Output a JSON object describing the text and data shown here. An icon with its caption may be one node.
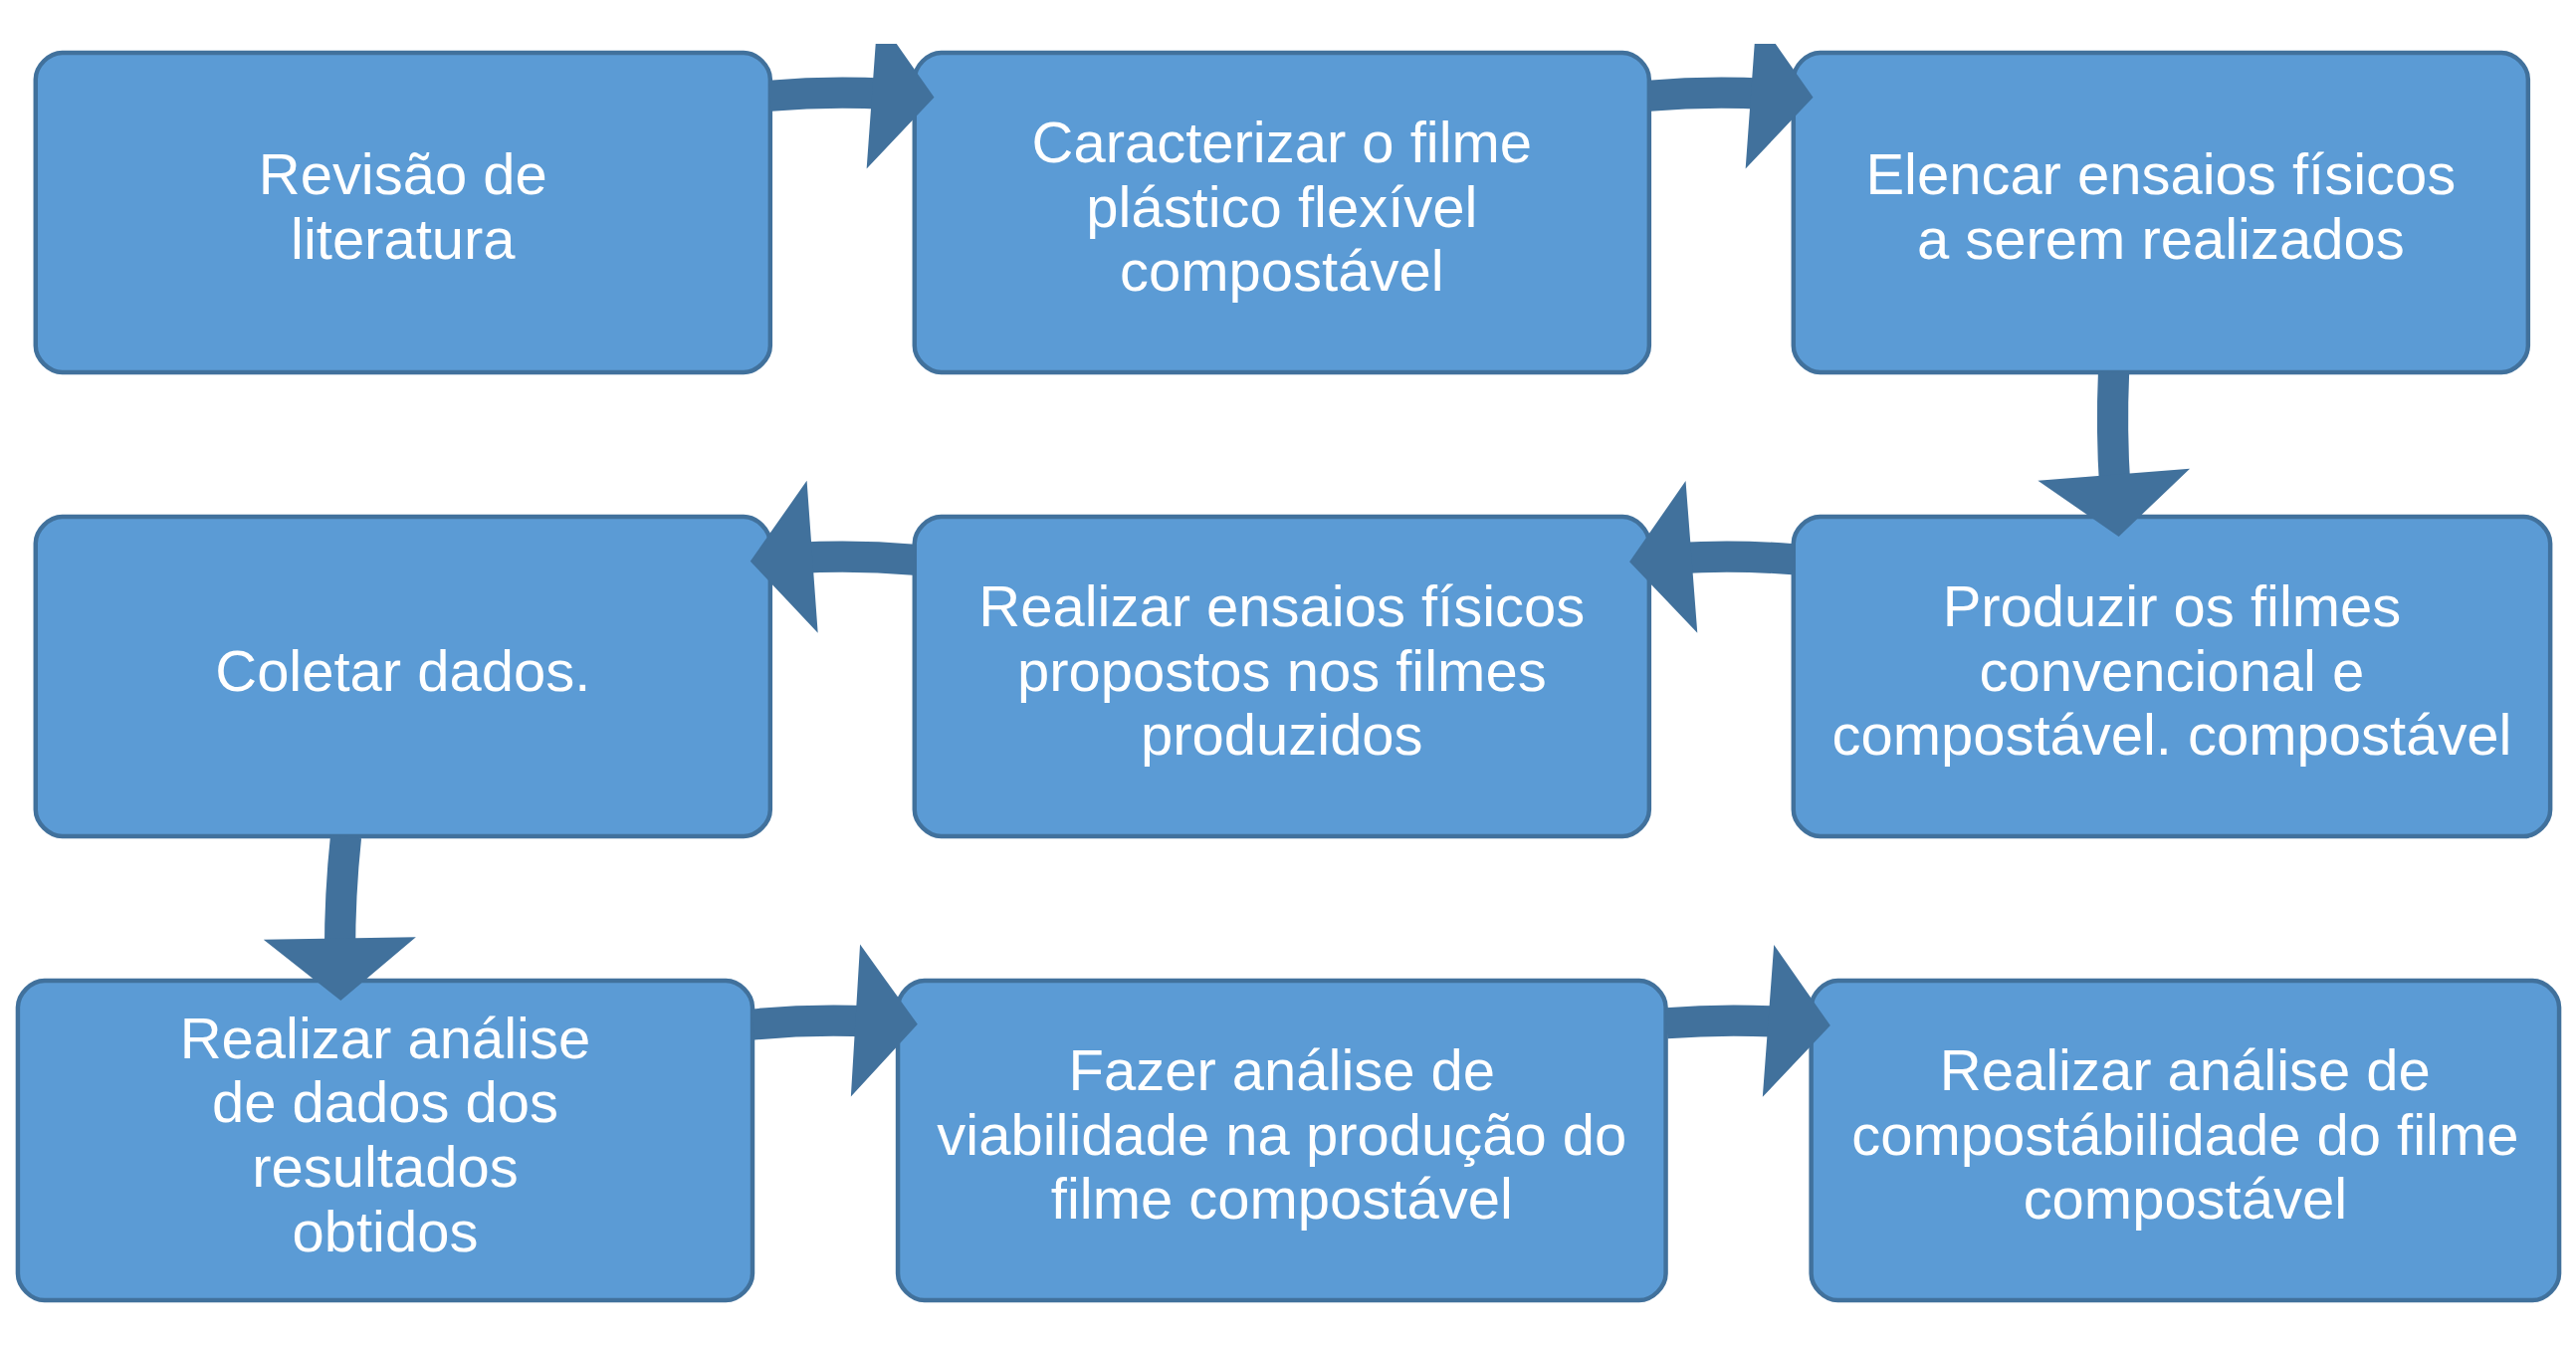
{
  "diagram": {
    "nodes": [
      {
        "text": [
          "Revisão de literatura"
        ]
      },
      {
        "text": [
          "Caracterizar o filme plástico flexível compostável"
        ]
      },
      {
        "text": [
          "Elencar ensaios físicos a serem realizados"
        ]
      },
      {
        "text": [
          "Coletar dados."
        ]
      },
      {
        "text": [
          "Realizar ensaios físicos propostos nos filmes produzidos"
        ]
      },
      {
        "text": [
          "Produzir os filmes convencional e compostável. compostável"
        ]
      },
      {
        "text": [
          "Realizar análise de dados dos resultados obtidos"
        ]
      },
      {
        "text": [
          "Fazer análise de viabilidade na produção do filme compostável"
        ]
      },
      {
        "text": [
          "Realizar análise de compostábilidade do filme compostável"
        ]
      }
    ],
    "edges": [
      {
        "from": 0,
        "to": 1,
        "arrow": "to"
      },
      {
        "from": 1,
        "to": 2,
        "arrow": "to"
      },
      {
        "from": 2,
        "to": 5,
        "arrow": "to"
      },
      {
        "from": 5,
        "to": 4,
        "arrow": "to"
      },
      {
        "from": 4,
        "to": 3,
        "arrow": "to"
      },
      {
        "from": 3,
        "to": 6,
        "arrow": "to"
      },
      {
        "from": 6,
        "to": 7,
        "arrow": "to"
      },
      {
        "from": 7,
        "to": 8,
        "arrow": "to"
      }
    ]
  }
}
